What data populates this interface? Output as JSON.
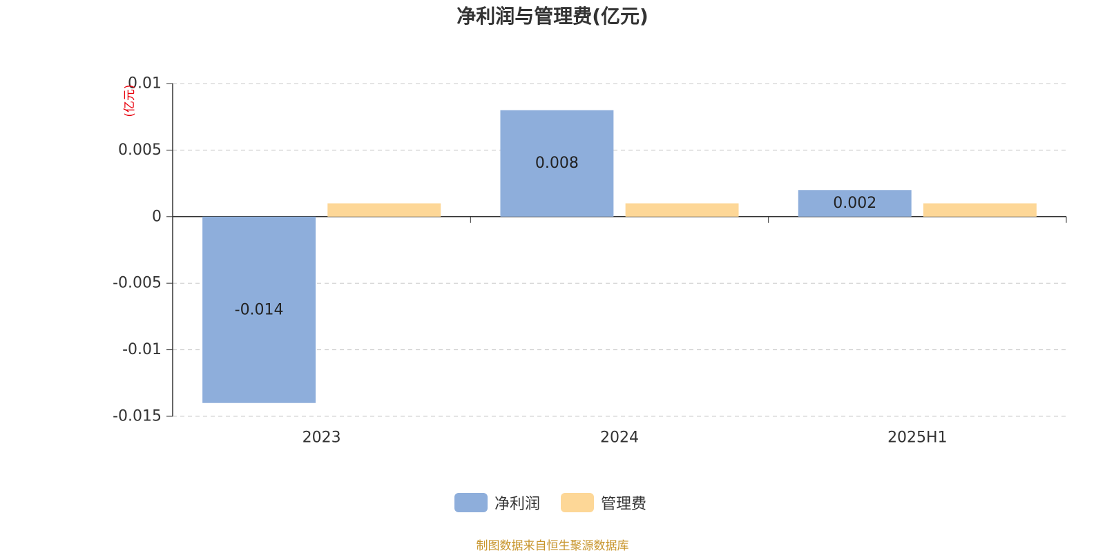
{
  "chart_data": {
    "type": "bar",
    "title": "净利润与管理费(亿元)",
    "ylabel": "(亿元)",
    "xlabel": "",
    "categories": [
      "2023",
      "2024",
      "2025H1"
    ],
    "series": [
      {
        "name": "净利润",
        "values": [
          -0.014,
          0.008,
          0.002
        ],
        "color": "#8eaedb",
        "data_labels": [
          "-0.014",
          "0.008",
          "0.002"
        ]
      },
      {
        "name": "管理费",
        "values": [
          0.001,
          0.001,
          0.001
        ],
        "color": "#fdd797"
      }
    ],
    "ylim": [
      -0.015,
      0.01
    ],
    "yticks": [
      {
        "value": 0.01,
        "label": "0.01"
      },
      {
        "value": 0.005,
        "label": "0.005"
      },
      {
        "value": 0,
        "label": "0"
      },
      {
        "value": -0.005,
        "label": "-0.005"
      },
      {
        "value": -0.01,
        "label": "-0.01"
      },
      {
        "value": -0.015,
        "label": "-0.015"
      }
    ],
    "grid": true,
    "legend_position": "bottom-center"
  },
  "footer": "制图数据来自恒生聚源数据库",
  "colors": {
    "ylabel": "#e8000b",
    "footer": "#c8962e",
    "text": "#333333"
  }
}
